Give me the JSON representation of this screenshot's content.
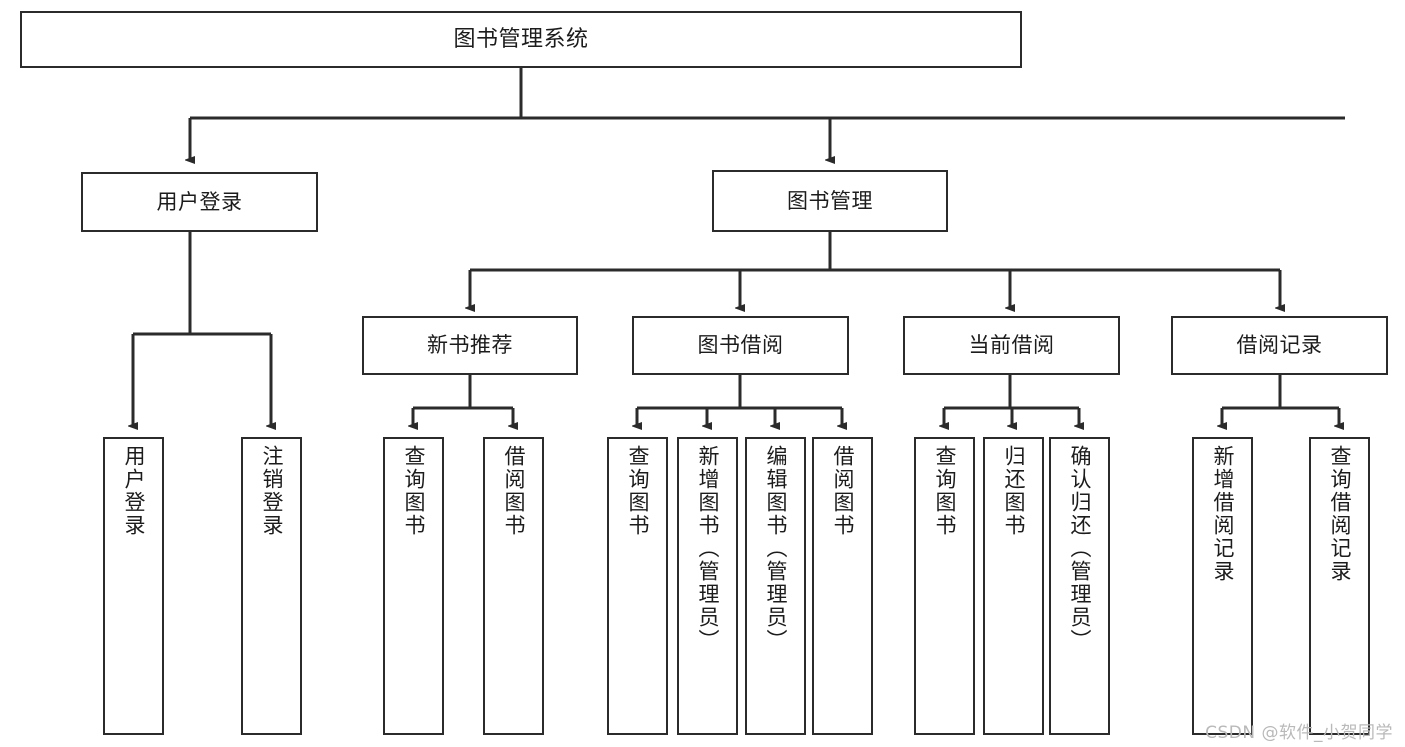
{
  "diagram": {
    "title": "图书管理系统",
    "type": "tree-hierarchy-chart",
    "background_color": "#ffffff",
    "line_color": "#2b2b2b",
    "text_color": "#1c1c1c",
    "watermark": "CSDN @软件_小贺同学"
  },
  "nodes": {
    "root": {
      "label": "图书管理系统"
    },
    "level2": [
      {
        "label": "用户登录"
      },
      {
        "label": "图书管理"
      }
    ],
    "level3": [
      {
        "label": "新书推荐"
      },
      {
        "label": "图书借阅"
      },
      {
        "label": "当前借阅"
      },
      {
        "label": "借阅记录"
      }
    ],
    "leaves": {
      "user_login": [
        {
          "label": "用户登录"
        },
        {
          "label": "注销登录"
        }
      ],
      "new_book_recommend": [
        {
          "label": "查询图书"
        },
        {
          "label": "借阅图书"
        }
      ],
      "book_borrow": [
        {
          "label": "查询图书"
        },
        {
          "label": "新增图书（管理员）"
        },
        {
          "label": "编辑图书（管理员）"
        },
        {
          "label": "借阅图书"
        }
      ],
      "current_borrow": [
        {
          "label": "查询图书"
        },
        {
          "label": "归还图书"
        },
        {
          "label": "确认归还（管理员）"
        }
      ],
      "borrow_record": [
        {
          "label": "新增借阅记录"
        },
        {
          "label": "查询借阅记录"
        }
      ]
    }
  }
}
